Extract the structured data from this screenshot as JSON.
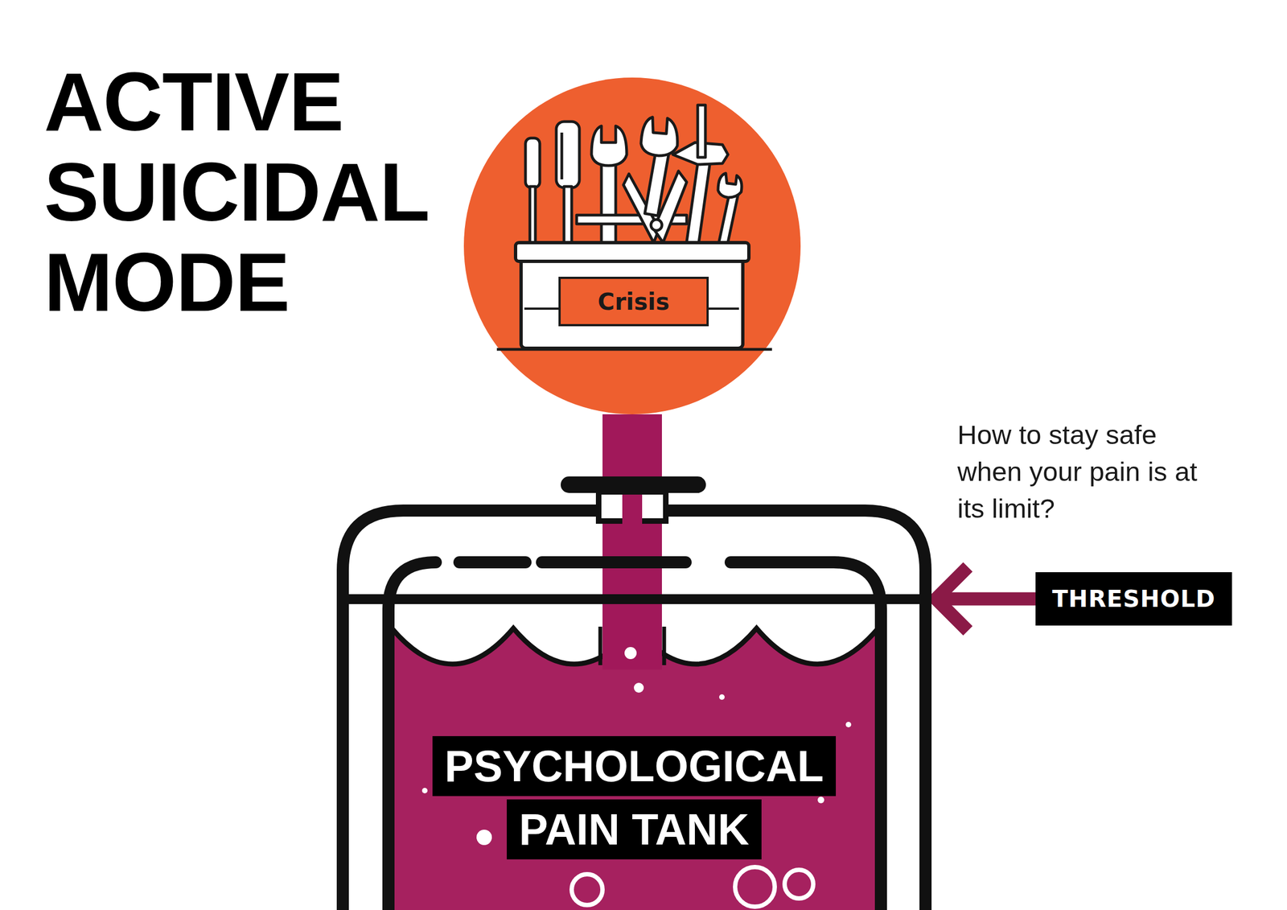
{
  "diagram": {
    "title": "ACTIVE SUICIDAL MODE",
    "nodes": [
      {
        "text": [
          "Crisis"
        ]
      },
      {
        "text": [
          "PSYCHOLOGICAL PAIN TANK"
        ]
      },
      {
        "text": [
          "THRESHOLD"
        ]
      }
    ],
    "edges": [
      {
        "from": 0,
        "to": 1,
        "arrow": "none"
      },
      {
        "from": 2,
        "to": 1,
        "arrow": "to"
      }
    ],
    "labels": [
      "How to stay safe when your pain is at its limit?"
    ]
  }
}
